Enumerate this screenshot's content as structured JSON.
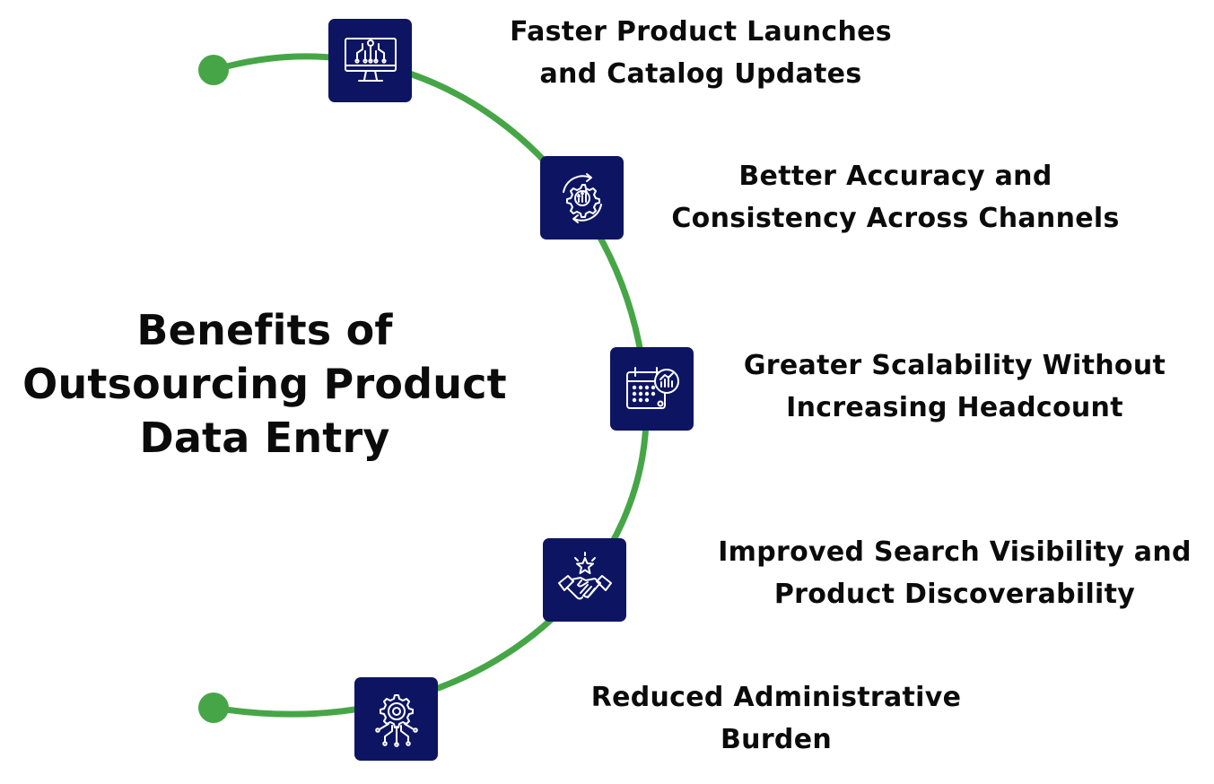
{
  "title": {
    "line1": "Benefits of",
    "line2": "Outsourcing Product",
    "line3": "Data Entry"
  },
  "colors": {
    "arc": "#46a647",
    "icon_bg": "#0d1563",
    "icon_stroke": "#ffffff",
    "text": "#0b0b0b"
  },
  "benefits": [
    {
      "icon": "monitor-circuit-icon",
      "line1": "Faster Product Launches",
      "line2": "and Catalog Updates"
    },
    {
      "icon": "gear-growth-icon",
      "line1": "Better Accuracy and",
      "line2": "Consistency Across Channels"
    },
    {
      "icon": "calendar-chart-icon",
      "line1": "Greater Scalability Without",
      "line2": "Increasing Headcount"
    },
    {
      "icon": "handshake-star-icon",
      "line1": "Improved Search Visibility and",
      "line2": "Product Discoverability"
    },
    {
      "icon": "gear-circuit-icon",
      "line1": "Reduced Administrative",
      "line2": "Burden"
    }
  ]
}
